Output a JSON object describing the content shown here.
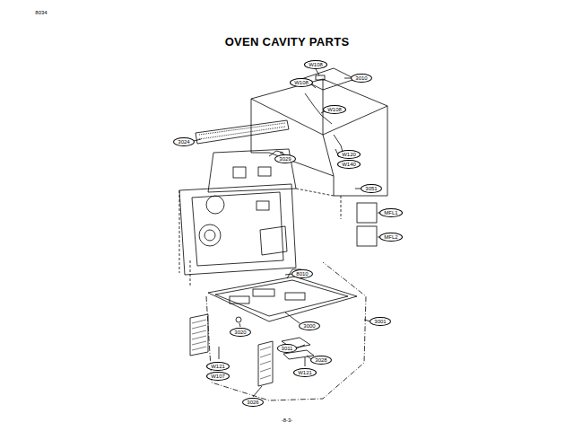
{
  "diagram": {
    "title": "OVEN CAVITY PARTS",
    "labels": [
      "8034",
      "W108",
      "W108",
      "3010",
      "W108",
      "3024",
      "3029",
      "W120",
      "W140",
      "3051",
      "MFL1",
      "MFL2",
      "8010",
      "3000",
      "3001",
      "3020",
      "3011",
      "3028",
      "W121",
      "W107",
      "W121",
      "3026",
      "-8-3-"
    ]
  }
}
